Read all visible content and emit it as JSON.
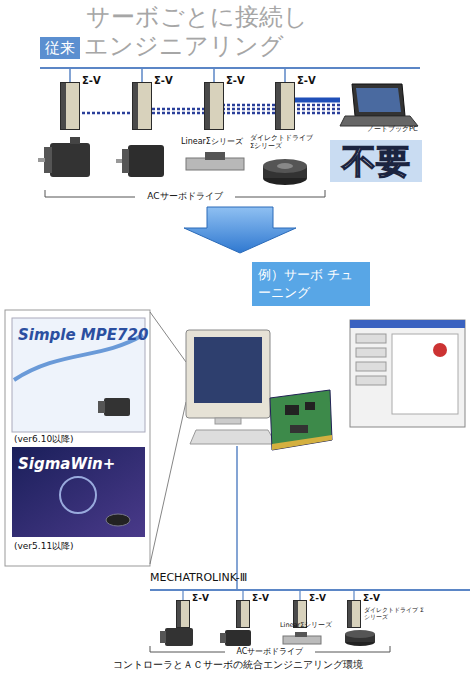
{
  "diagram": {
    "caption": "コントローラとＡＣサーボの統合エンジニアリング環境",
    "nodes": [
      {
        "text": [
          "従来"
        ]
      },
      {
        "text": [
          "Σ-V"
        ]
      },
      {
        "text": [
          "Σ-V"
        ]
      },
      {
        "text": [
          "Σ-V"
        ]
      },
      {
        "text": [
          "Σ-V"
        ]
      },
      {
        "text": [
          "ノートブックPC"
        ]
      },
      {
        "text": [
          "不要"
        ]
      },
      {
        "text": [
          "例）サーボ チューニング"
        ]
      },
      {
        "text": [
          "Simple MPE720",
          "(ver6.10以降)"
        ]
      },
      {
        "text": [
          "SigmaWin+",
          "(ver5.11以降)"
        ]
      },
      {
        "text": [
          "Σ-V"
        ]
      },
      {
        "text": [
          "Σ-V"
        ]
      },
      {
        "text": [
          "Σ-V"
        ]
      },
      {
        "text": [
          "Σ-V"
        ]
      }
    ],
    "edges": [
      {
        "from": 5,
        "to": 1,
        "arrow": "none"
      },
      {
        "from": 5,
        "to": 2,
        "arrow": "none"
      },
      {
        "from": 5,
        "to": 3,
        "arrow": "none"
      },
      {
        "from": 5,
        "to": 4,
        "arrow": "none"
      }
    ],
    "labels": [
      "サーボごとに接続し",
      "エンジニアリング",
      "LinearΣシリーズ",
      "ダイレクトドライブ Σシリーズ",
      "ACサーボドライブ",
      "MECHATROLINK-Ⅲ",
      "LinearΣシリーズ",
      "ダイレクトドライブ Σシリーズ",
      "ACサーボドライブ"
    ]
  }
}
